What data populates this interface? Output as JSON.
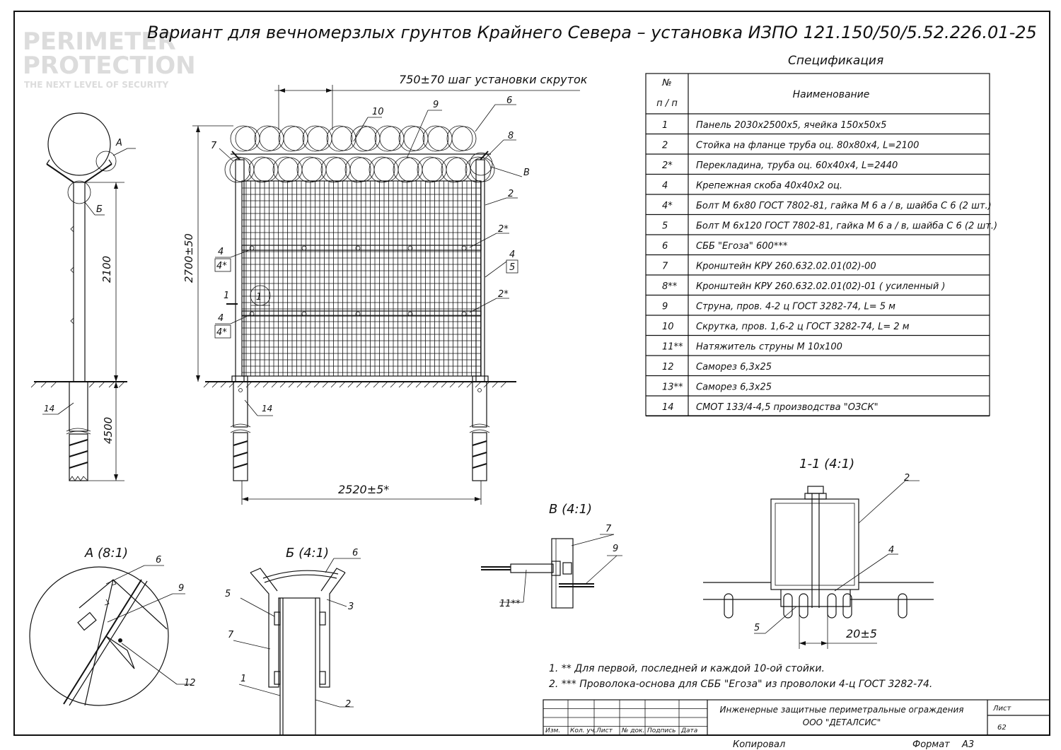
{
  "title": "Вариант для вечномерзлых грунтов Крайнего Севера – установка ИЗПО 121.150/50/5.52.226.01-25",
  "watermark": {
    "line1": "PERIMETER",
    "line2": "PROTECTION",
    "tagline": "THE NEXT LEVEL OF SECURITY"
  },
  "spec": {
    "heading": "Спецификация",
    "col_no": "№ п / п",
    "col_name": "Наименование",
    "rows": [
      {
        "no": "1",
        "name": "Панель 2030х2500х5, ячейка 150х50х5"
      },
      {
        "no": "2",
        "name": "Стойка на фланце труба оц. 80х80х4, L=2100"
      },
      {
        "no": "2*",
        "name": "Перекладина, труба оц. 60х40х4, L=2440"
      },
      {
        "no": "4",
        "name": "Крепежная скоба 40х40х2 оц."
      },
      {
        "no": "4*",
        "name": "Болт М 6х80 ГОСТ 7802-81, гайка М 6 а / в, шайба С 6 (2 шт.)"
      },
      {
        "no": "5",
        "name": "Болт М 6х120 ГОСТ 7802-81, гайка М 6 а / в, шайба С 6 (2 шт.)"
      },
      {
        "no": "6",
        "name": "СББ \"Егоза\" 600***"
      },
      {
        "no": "7",
        "name": "Кронштейн КРУ 260.632.02.01(02)-00"
      },
      {
        "no": "8**",
        "name": "Кронштейн КРУ 260.632.02.01(02)-01 ( усиленный )"
      },
      {
        "no": "9",
        "name": "Струна, пров. 4-2 ц ГОСТ 3282-74, L= 5 м"
      },
      {
        "no": "10",
        "name": "Скрутка, пров. 1,6-2 ц ГОСТ 3282-74, L= 2 м"
      },
      {
        "no": "11**",
        "name": "Натяжитель струны М 10х100"
      },
      {
        "no": "12",
        "name": "Саморез 6,3х25"
      },
      {
        "no": "13**",
        "name": "Саморез 6,3х25"
      },
      {
        "no": "14",
        "name": "СМОТ 133/4-4,5 производства \"ОЗСК\""
      }
    ]
  },
  "dims": {
    "step": "750±70 шаг установки скруток",
    "height": "2700±50",
    "width": "2520±5*",
    "post_h": "2100",
    "depth": "4500",
    "gap": "20±5"
  },
  "views": {
    "a": "А (8:1)",
    "b": "Б (4:1)",
    "v": "В (4:1)",
    "s11": "1-1 (4:1)"
  },
  "callouts": {
    "A": "А",
    "B": "Б",
    "V": "В",
    "n1": "1",
    "n2": "2",
    "n2s": "2*",
    "n3": "3",
    "n4": "4",
    "n4s": "4*",
    "n5": "5",
    "n6": "6",
    "n7": "7",
    "n8": "8",
    "n9": "9",
    "n10": "10",
    "n11s": "11**",
    "n12": "12",
    "n14": "14",
    "sec1": "1"
  },
  "notes": [
    "1. ** Для первой, последней и каждой 10-ой стойки.",
    "2. *** Проволока-основа для СББ \"Егоза\" из проволоки 4-ц ГОСТ 3282-74."
  ],
  "titleblock": {
    "cols": [
      "Изм.",
      "Кол. уч.",
      "Лист",
      "№ док.",
      "Подпись",
      "Дата"
    ],
    "name_line1": "Инженерные защитные периметральные ограждения",
    "name_line2": "ООО \"ДЕТАЛСИС\"",
    "sheet_label": "Лист",
    "sheet_no": "62",
    "copied": "Копировал",
    "format": "Формат",
    "format_val": "А3"
  }
}
